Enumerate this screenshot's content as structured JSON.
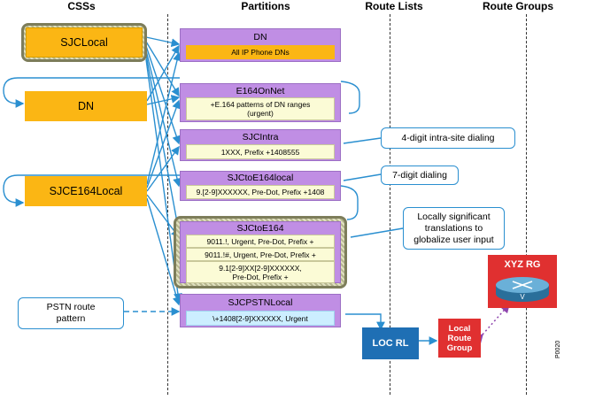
{
  "headers": [
    "CSSs",
    "Partitions",
    "Route Lists",
    "Route Groups"
  ],
  "css": {
    "sjclocal": "SJCLocal",
    "dn": "DN",
    "sjce164local": "SJCE164Local"
  },
  "partitions": {
    "dn": {
      "title": "DN",
      "rows": [
        "All IP Phone DNs"
      ]
    },
    "e164onnet": {
      "title": "E164OnNet",
      "rows": [
        "+E.164 patterns of DN ranges\n(urgent)"
      ]
    },
    "sjcintra": {
      "title": "SJCIntra",
      "rows": [
        "1XXX, Prefix +1408555"
      ]
    },
    "sjctoe164local": {
      "title": "SJCtoE164local",
      "rows": [
        "9.[2-9]XXXXXX, Pre-Dot, Prefix +1408"
      ]
    },
    "sjctoe164": {
      "title": "SJCtoE164",
      "rows": [
        "9011.!, Urgent, Pre-Dot, Prefix +",
        "9011.!#, Urgent, Pre-Dot, Prefix +",
        "9.1[2-9]XX[2-9]XXXXXX,\nPre-Dot, Prefix +"
      ]
    },
    "sjcpstnlocal": {
      "title": "SJCPSTNLocal",
      "rows": [
        "\\+1408[2-9]XXXXXX, Urgent"
      ]
    }
  },
  "callouts": {
    "intra": "4-digit intra-site dialing",
    "seven": "7-digit dialing",
    "local": "Locally significant\ntranslations to\nglobalize user input"
  },
  "pstn_route_pattern": "PSTN route\npattern",
  "loc_rl": "LOC RL",
  "local_route_group": "Local\nRoute\nGroup",
  "xyz_rg": "XYZ RG",
  "figure_id": "P0020",
  "colors": {
    "css_fill": "#fbb614",
    "partition_fill": "#c08ee4",
    "arrow_blue": "#2a8fd0",
    "route_list": "#1f6fb4",
    "route_group_red": "#e03030"
  }
}
